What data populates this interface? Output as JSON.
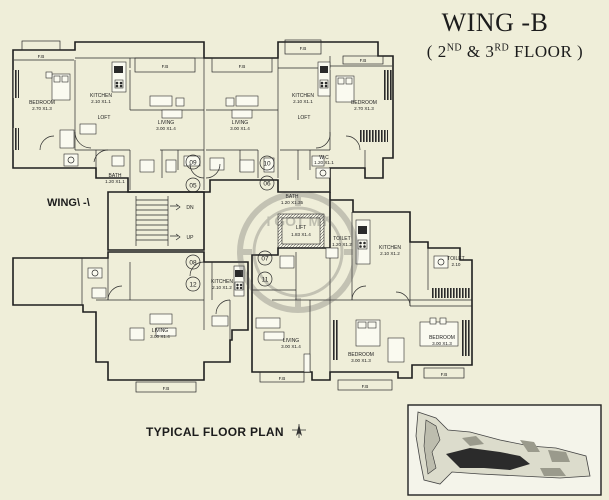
{
  "title": {
    "wing": "WING -B",
    "floor_prefix": "( 2",
    "floor_sup1": "ND",
    "floor_mid": " & 3",
    "floor_sup2": "RD",
    "floor_suffix": " FLOOR )"
  },
  "labels": {
    "typical_plan": "TYPICAL FLOOR PLAN",
    "wing_a": "WING\\ -\\",
    "dn": "DN",
    "up": "UP",
    "fb": "F.B",
    "lift": "LIFT",
    "lift_dim": "1.83 X1.4",
    "watermark": "I GOT MY"
  },
  "rooms": [
    {
      "name": "BEDROOM",
      "dim": "2.70 X1.3"
    },
    {
      "name": "KITCHEN",
      "dim": "2.10 X1.1"
    },
    {
      "name": "LOFT",
      "dim": ""
    },
    {
      "name": "LIVING",
      "dim": "3.00 X1.4"
    },
    {
      "name": "LIVING",
      "dim": "3.00 X1.4"
    },
    {
      "name": "KITCHEN",
      "dim": "2.10 X1.1"
    },
    {
      "name": "LOFT",
      "dim": ""
    },
    {
      "name": "BEDROOM",
      "dim": "2.70 X1.3"
    },
    {
      "name": "BATH",
      "dim": "1.20 X1.1"
    },
    {
      "name": "W.C",
      "dim": "1.20 X1.1"
    },
    {
      "name": "BATH",
      "dim": "1.20 X1.35"
    },
    {
      "name": "TOILET",
      "dim": "1.20 X1.2"
    },
    {
      "name": "KITCHEN",
      "dim": "2.10 X1.2"
    },
    {
      "name": "TOILET",
      "dim": "2.10"
    },
    {
      "name": "KITCHEN",
      "dim": "2.10 X1.2"
    },
    {
      "name": "LIVING",
      "dim": "3.00 X1.4"
    },
    {
      "name": "LIVING",
      "dim": "3.00 X1.4"
    },
    {
      "name": "BEDROOM",
      "dim": "3.00 X1.3"
    },
    {
      "name": "BEDROOM",
      "dim": "3.00 X1.3"
    }
  ],
  "flat_numbers": [
    "09",
    "05",
    "10",
    "06",
    "07",
    "11",
    "08",
    "12"
  ]
}
